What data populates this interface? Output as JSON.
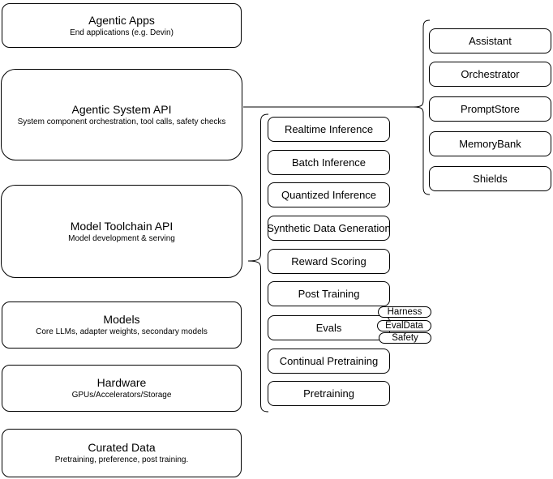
{
  "diagram": {
    "left_stack": [
      {
        "title": "Agentic Apps",
        "subtitle": "End applications (e.g. Devin)"
      },
      {
        "title": "Agentic System API",
        "subtitle": "System component orchestration, tool calls, safety checks"
      },
      {
        "title": "Model Toolchain API",
        "subtitle": "Model development & serving"
      },
      {
        "title": "Models",
        "subtitle": "Core LLMs, adapter weights, secondary models"
      },
      {
        "title": "Hardware",
        "subtitle": "GPUs/Accelerators/Storage"
      },
      {
        "title": "Curated Data",
        "subtitle": "Pretraining, preference, post training."
      }
    ],
    "toolchain_services": [
      {
        "label": "Realtime Inference"
      },
      {
        "label": "Batch Inference"
      },
      {
        "label": "Quantized Inference"
      },
      {
        "label": "Synthetic Data Generation"
      },
      {
        "label": "Reward Scoring"
      },
      {
        "label": "Post Training"
      },
      {
        "label": "Evals"
      },
      {
        "label": "Continual Pretraining"
      },
      {
        "label": "Pretraining"
      }
    ],
    "evals_tags": [
      {
        "label": "Harness"
      },
      {
        "label": "EvalData"
      },
      {
        "label": "Safety"
      }
    ],
    "system_components": [
      {
        "label": "Assistant"
      },
      {
        "label": "Orchestrator"
      },
      {
        "label": "PromptStore"
      },
      {
        "label": "MemoryBank"
      },
      {
        "label": "Shields"
      }
    ],
    "colors": {
      "stroke": "#000000",
      "fill": "#ffffff",
      "background": "#ffffff",
      "text": "#000000"
    }
  }
}
